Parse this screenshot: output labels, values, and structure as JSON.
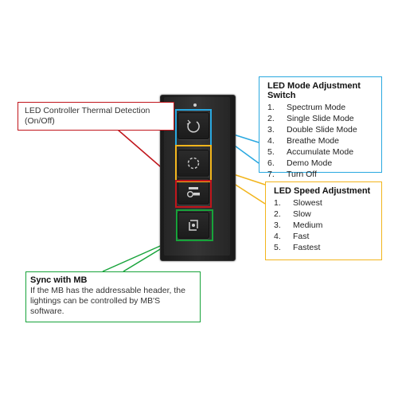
{
  "colors": {
    "blue": "#29a8e0",
    "red": "#c0151b",
    "yellow": "#f2b51c",
    "green": "#17a33a",
    "device": "#222222"
  },
  "device": {
    "buttons": [
      {
        "icon": "refresh-icon"
      },
      {
        "icon": "dashed-circle-icon"
      },
      {
        "icon": "thermometer-icon"
      },
      {
        "icon": "sync-icon"
      }
    ]
  },
  "thermal": {
    "title": "LED Controller Thermal Detection (On/Off)"
  },
  "mode": {
    "title": "LED Mode Adjustment Switch",
    "items": [
      {
        "num": "1.",
        "label": "Spectrum Mode"
      },
      {
        "num": "2.",
        "label": "Single Slide Mode"
      },
      {
        "num": "3.",
        "label": "Double Slide Mode"
      },
      {
        "num": "4.",
        "label": "Breathe Mode"
      },
      {
        "num": "5.",
        "label": "Accumulate Mode"
      },
      {
        "num": "6.",
        "label": "Demo Mode"
      },
      {
        "num": "7.",
        "label": "Turn Off"
      }
    ]
  },
  "speed": {
    "title": "LED Speed Adjustment",
    "items": [
      {
        "num": "1.",
        "label": "Slowest"
      },
      {
        "num": "2.",
        "label": "Slow"
      },
      {
        "num": "3.",
        "label": "Medium"
      },
      {
        "num": "4.",
        "label": "Fast"
      },
      {
        "num": "5.",
        "label": "Fastest"
      }
    ]
  },
  "sync": {
    "title": "Sync with MB",
    "body": "If the MB has the addressable header, the lightings can be controlled by MB'S software."
  }
}
